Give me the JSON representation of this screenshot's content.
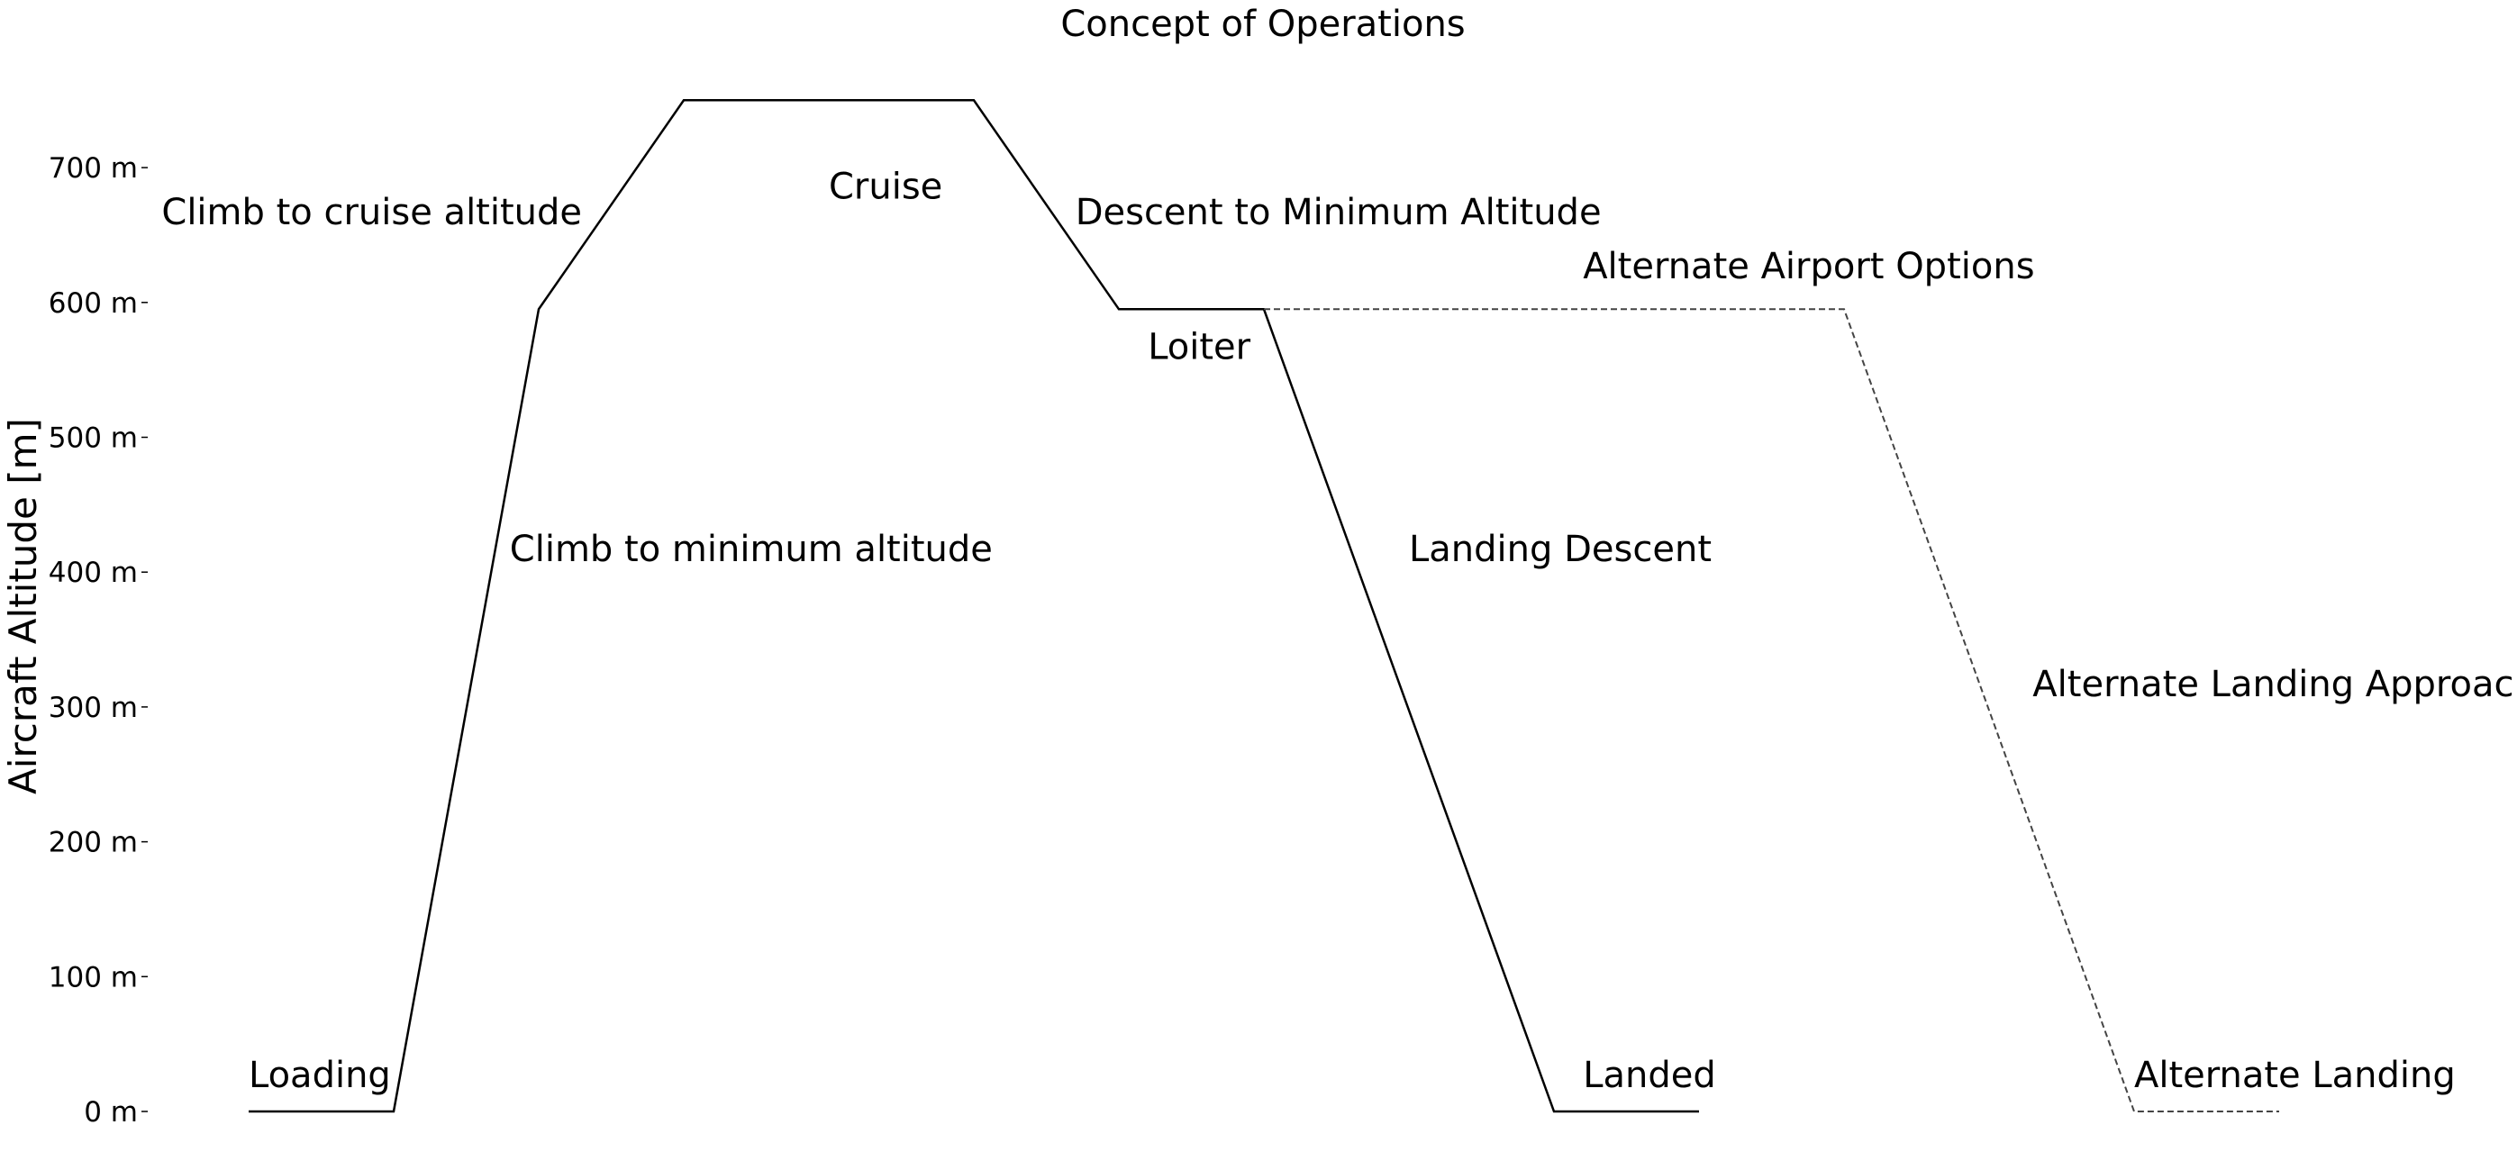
{
  "chart_data": {
    "type": "line",
    "title": "Concept of Operations",
    "xlabel": "",
    "ylabel": "Aircraft Altitude [m]",
    "ylim": [
      0,
      760
    ],
    "grid": false,
    "yticks": [
      {
        "value": 0,
        "label": "0 m"
      },
      {
        "value": 100,
        "label": "100 m"
      },
      {
        "value": 200,
        "label": "200 m"
      },
      {
        "value": 300,
        "label": "300 m"
      },
      {
        "value": 400,
        "label": "400 m"
      },
      {
        "value": 500,
        "label": "500 m"
      },
      {
        "value": 600,
        "label": "600 m"
      },
      {
        "value": 700,
        "label": "700 m"
      }
    ],
    "series": [
      {
        "style": "solid",
        "color": "#000000",
        "x": [
          0,
          10,
          20,
          30,
          50,
          60,
          70,
          90,
          100
        ],
        "y": [
          0,
          0,
          595,
          750,
          750,
          595,
          595,
          0,
          0
        ]
      },
      {
        "style": "dashed",
        "color": "#444444",
        "x": [
          70,
          110,
          130,
          140
        ],
        "y": [
          595,
          595,
          0,
          0
        ]
      }
    ],
    "annotations": [
      {
        "text": "Loading",
        "x": 0,
        "y": 18
      },
      {
        "text": "Climb to minimum altitude",
        "x": 18,
        "y": 408
      },
      {
        "text": "Climb to cruise altitude",
        "x": -6,
        "y": 658
      },
      {
        "text": "Cruise",
        "x": 40,
        "y": 677
      },
      {
        "text": "Descent to Minimum Altitude",
        "x": 57,
        "y": 658
      },
      {
        "text": "Loiter",
        "x": 62,
        "y": 558
      },
      {
        "text": "Alternate Airport Options",
        "x": 92,
        "y": 618
      },
      {
        "text": "Landing Descent",
        "x": 80,
        "y": 408
      },
      {
        "text": "Alternate Landing Approach",
        "x": 123,
        "y": 308
      },
      {
        "text": "Landed",
        "x": 92,
        "y": 18
      },
      {
        "text": "Alternate Landing",
        "x": 130,
        "y": 18
      }
    ]
  }
}
